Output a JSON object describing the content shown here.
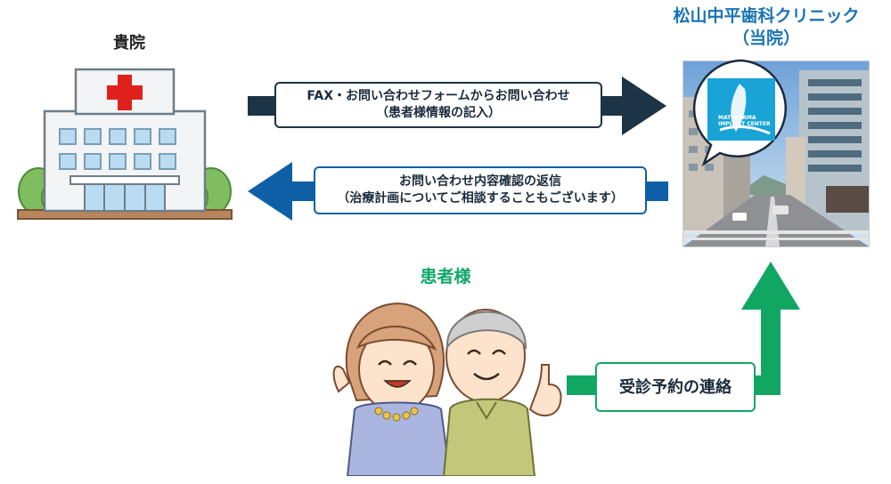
{
  "your_clinic": {
    "label": "貴院"
  },
  "clinic": {
    "name": "松山中平歯科クリニック",
    "subtitle": "（当院）",
    "logo_text": "MATSUYAMA IMPLANT CENTER"
  },
  "arrow_to_clinic": {
    "line1": "FAX・お問い合わせフォームからお問い合わせ",
    "line2": "（患者様情報の記入）"
  },
  "arrow_to_referrer": {
    "line1": "お問い合わせ内容確認の返信",
    "line2": "（治療計画についてご相談することもございます）"
  },
  "patients": {
    "label": "患者様"
  },
  "arrow_appointment": {
    "label": "受診予約の連絡"
  },
  "colors": {
    "dark_arrow": "#1d3346",
    "blue_arrow": "#0f5fa6",
    "green_arrow": "#11a763",
    "clinic_title": "#1a73b8"
  }
}
